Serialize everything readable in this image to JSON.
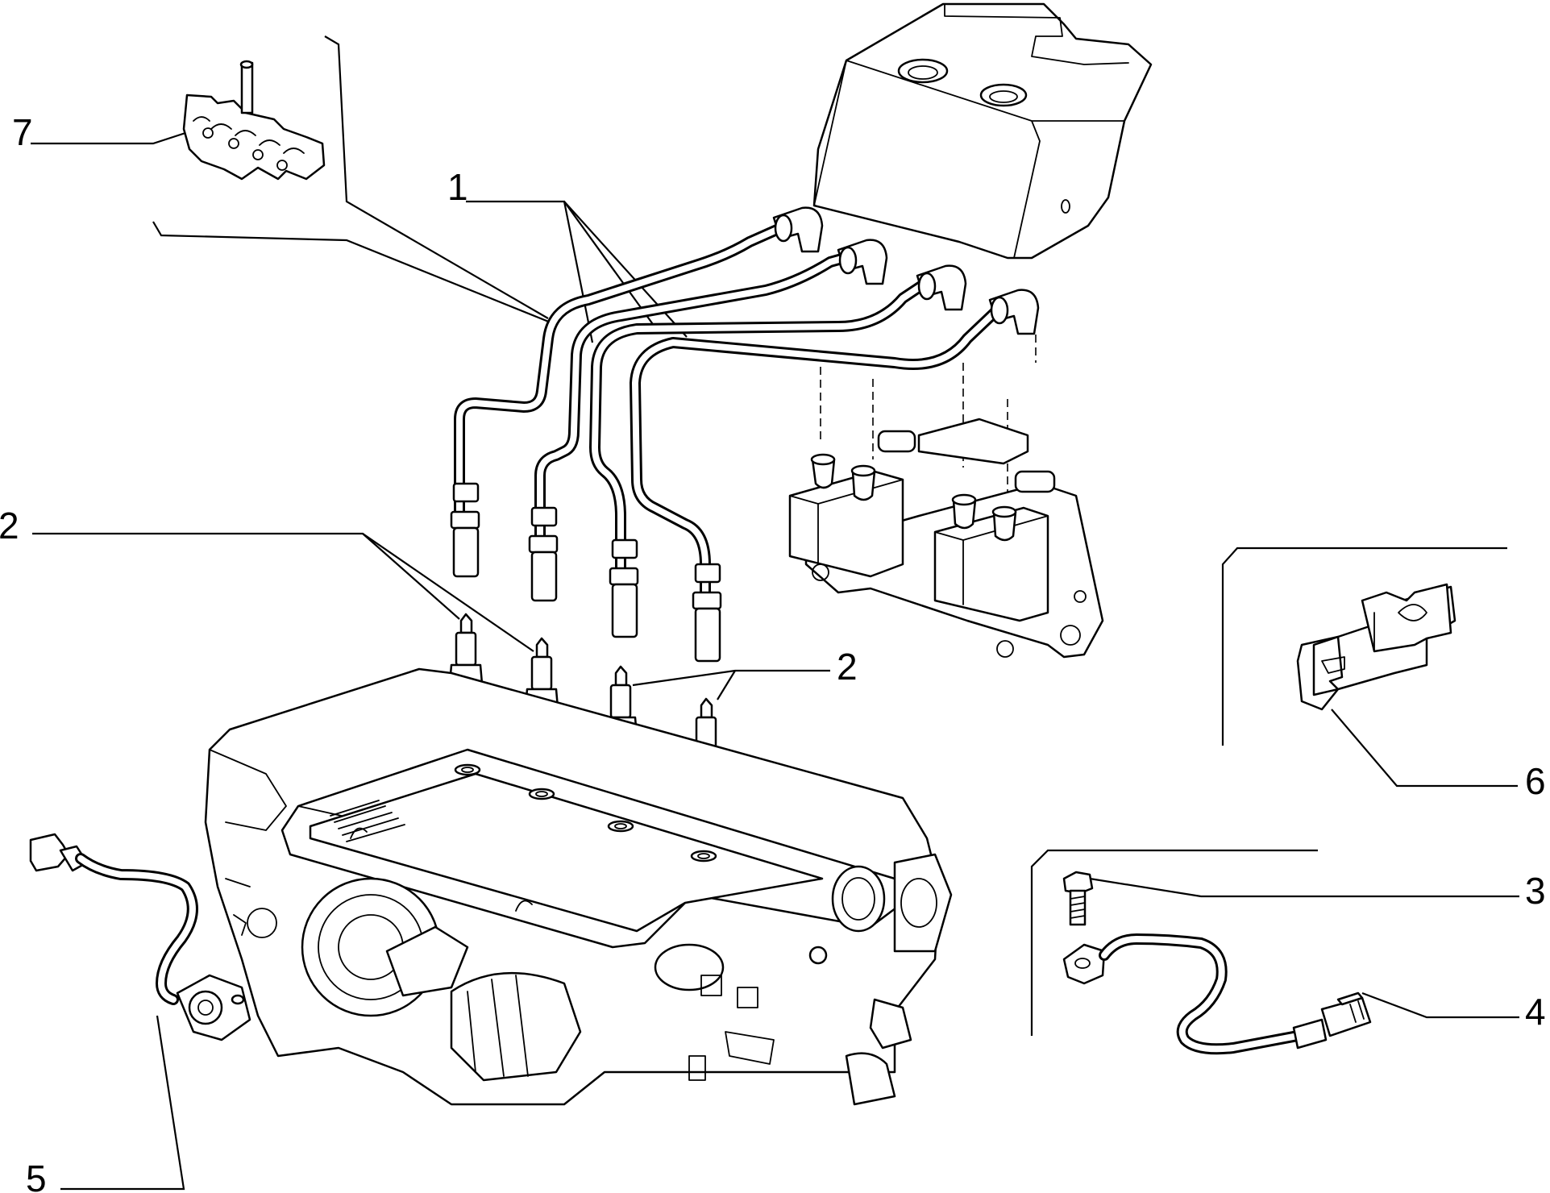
{
  "callouts": [
    {
      "id": "c1",
      "label": "1"
    },
    {
      "id": "c2a",
      "label": "2"
    },
    {
      "id": "c2b",
      "label": "2"
    },
    {
      "id": "c3",
      "label": "3"
    },
    {
      "id": "c4",
      "label": "4"
    },
    {
      "id": "c5",
      "label": "5"
    },
    {
      "id": "c6",
      "label": "6"
    },
    {
      "id": "c7",
      "label": "7"
    }
  ]
}
